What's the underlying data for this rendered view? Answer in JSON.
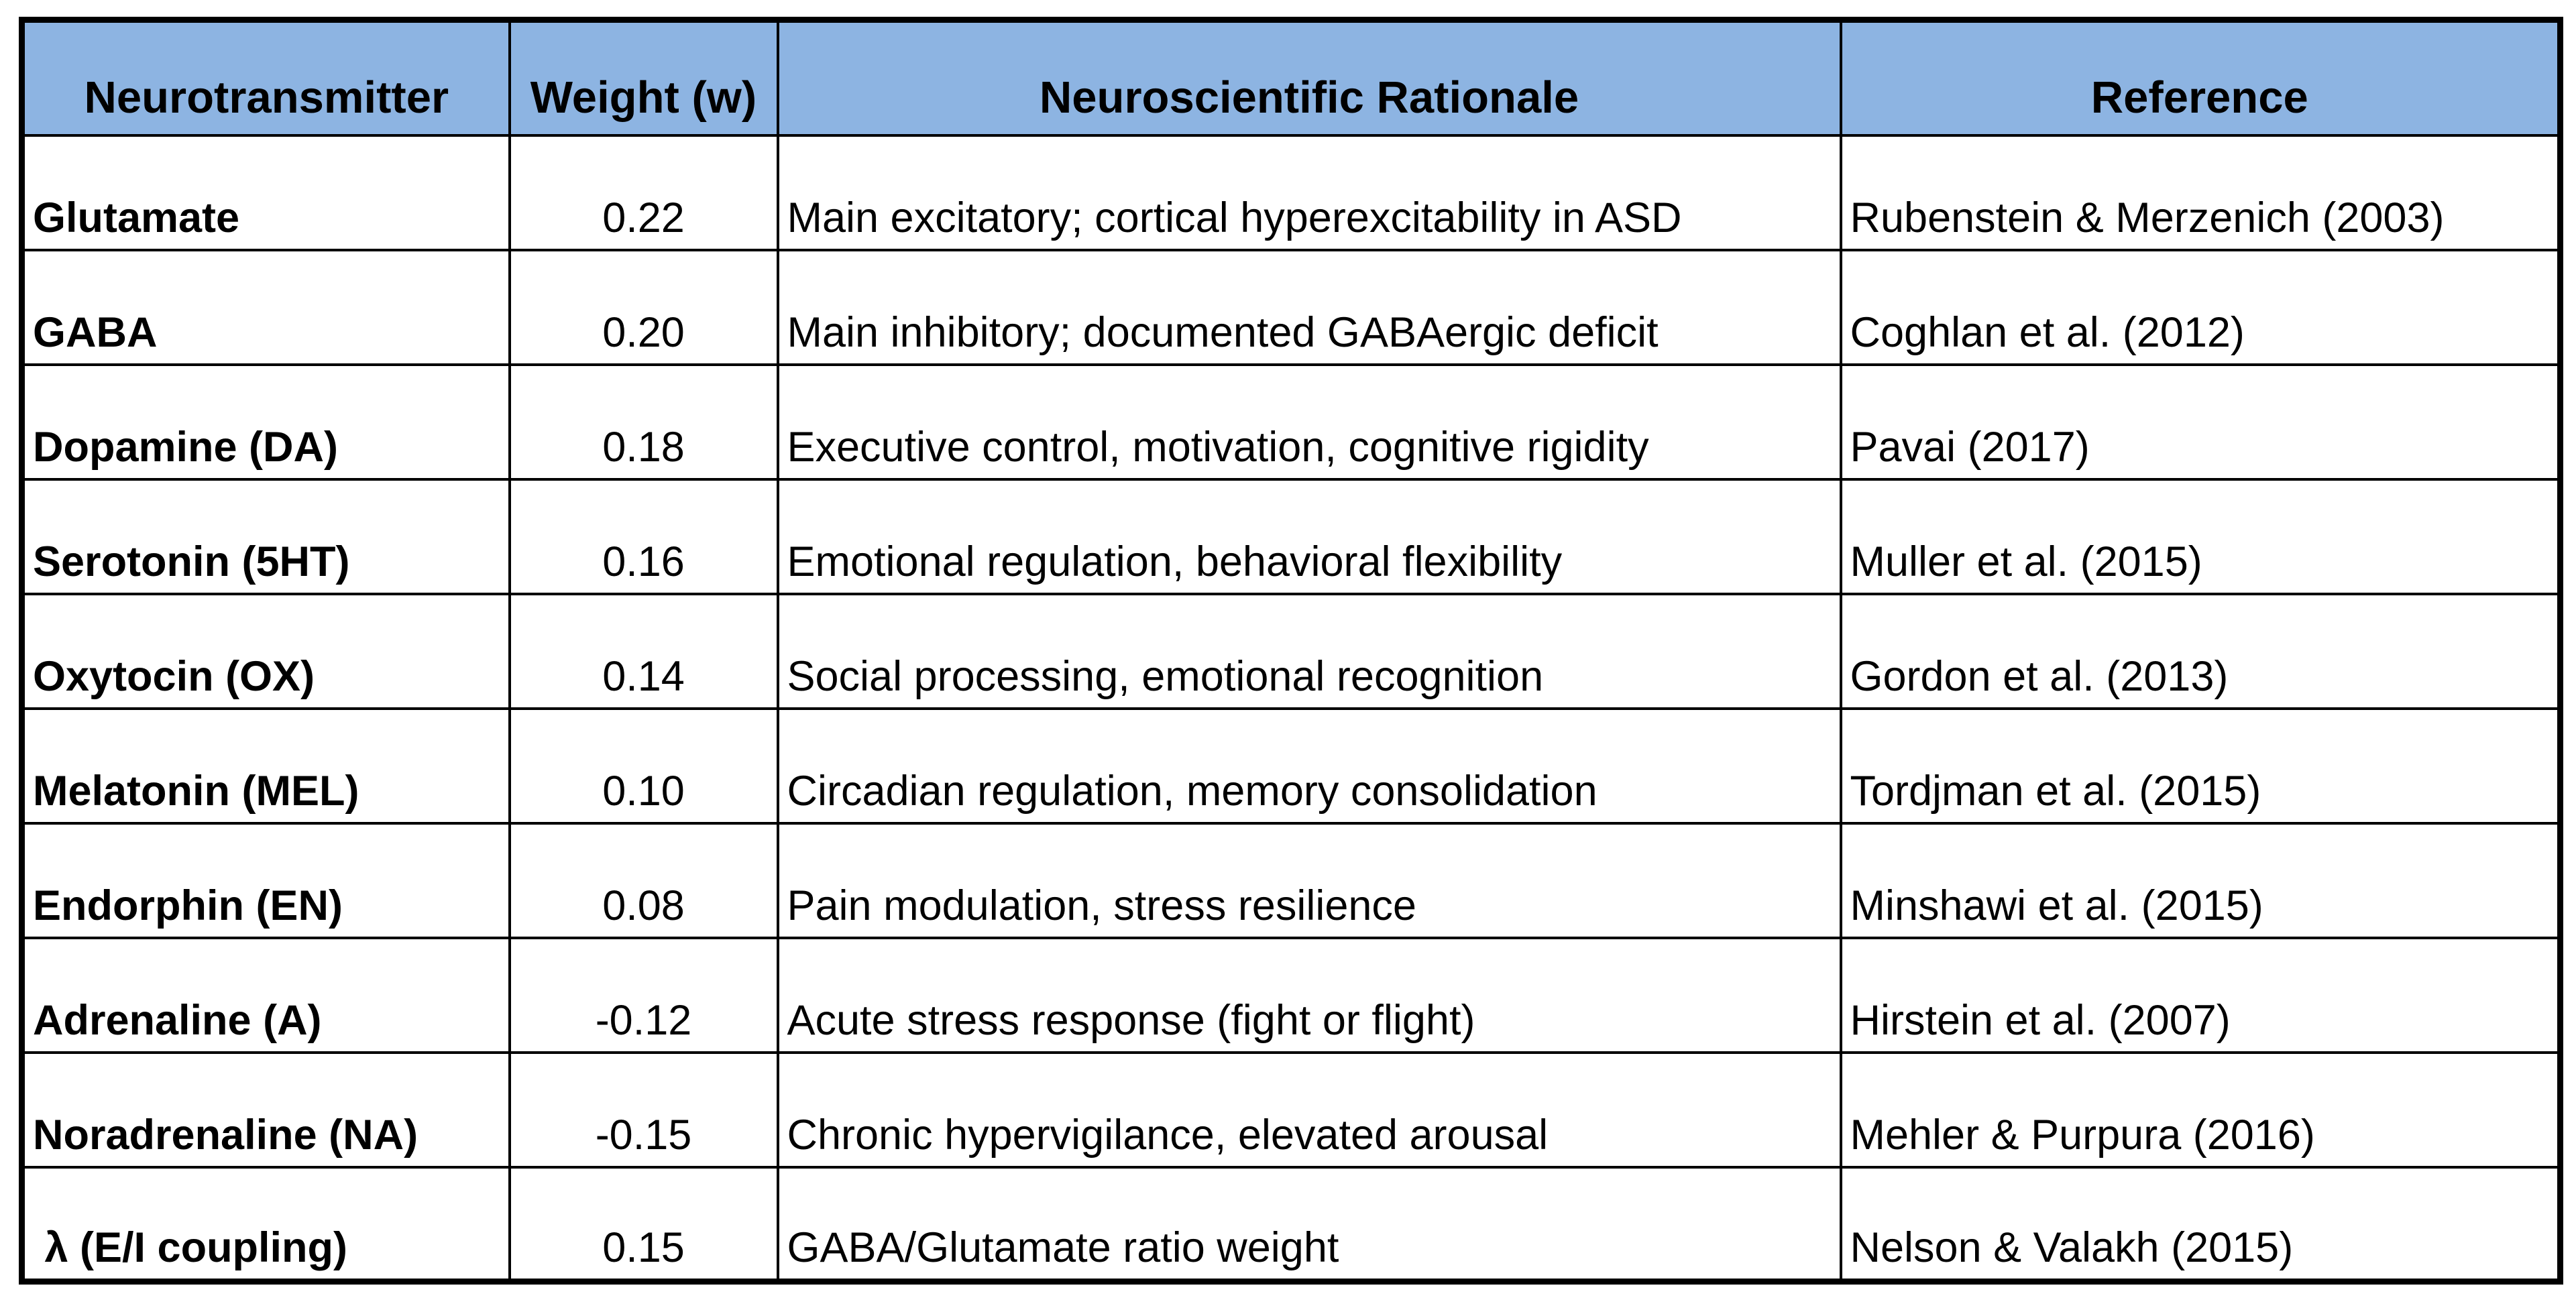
{
  "page": {
    "background": "#FFFFFF",
    "header_fill": "#8DB4E2",
    "border_color": "#000000"
  },
  "table": {
    "columns": [
      "Neurotransmitter",
      "Weight (w)",
      "Neuroscientific Rationale",
      "Reference"
    ],
    "rows": [
      {
        "name": "Glutamate",
        "weight": "0.22",
        "rationale": "Main excitatory; cortical hyperexcitability in ASD",
        "reference": "Rubenstein & Merzenich (2003)"
      },
      {
        "name": "GABA",
        "weight": "0.20",
        "rationale": "Main inhibitory; documented GABAergic deficit",
        "reference": "Coghlan et al. (2012)"
      },
      {
        "name": "Dopamine (DA)",
        "weight": "0.18",
        "rationale": "Executive control, motivation, cognitive rigidity",
        "reference": "Pavai (2017)"
      },
      {
        "name": "Serotonin (5HT)",
        "weight": "0.16",
        "rationale": "Emotional regulation, behavioral flexibility",
        "reference": "Muller et al. (2015)"
      },
      {
        "name": "Oxytocin (OX)",
        "weight": "0.14",
        "rationale": "Social processing, emotional recognition",
        "reference": "Gordon et al. (2013)"
      },
      {
        "name": "Melatonin (MEL)",
        "weight": "0.10",
        "rationale": "Circadian regulation, memory consolidation",
        "reference": "Tordjman et al. (2015)"
      },
      {
        "name": "Endorphin (EN)",
        "weight": "0.08",
        "rationale": "Pain modulation, stress resilience",
        "reference": "Minshawi et al. (2015)"
      },
      {
        "name": "Adrenaline (A)",
        "weight": "-0.12",
        "rationale": "Acute stress response (fight or flight)",
        "reference": "Hirstein et al. (2007)"
      },
      {
        "name": "Noradrenaline (NA)",
        "weight": "-0.15",
        "rationale": "Chronic hypervigilance, elevated arousal",
        "reference": "Mehler & Purpura (2016)"
      },
      {
        "name": " λ (E/I coupling)",
        "weight": "0.15",
        "rationale": "GABA/Glutamate ratio weight",
        "reference": "Nelson & Valakh (2015)"
      }
    ]
  }
}
